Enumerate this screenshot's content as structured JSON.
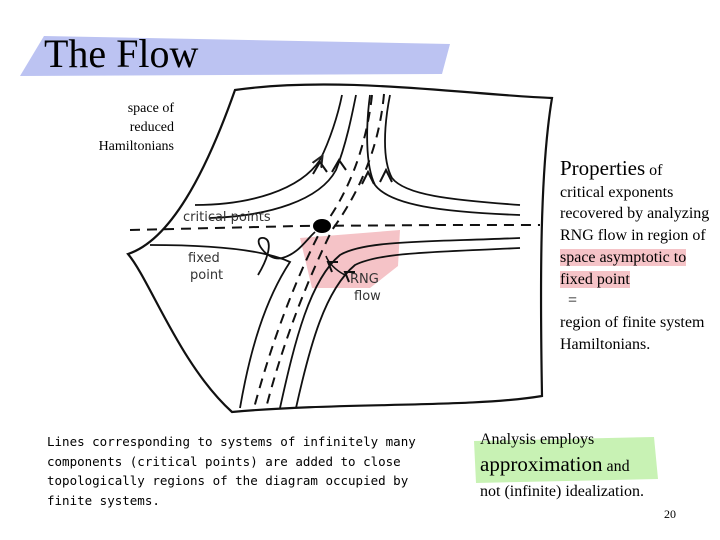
{
  "title": "The Flow",
  "space_label": "space of reduced Hamiltonians",
  "diagram": {
    "critical_points_label": "critical points",
    "fixed_point_label": [
      "fixed",
      "point"
    ],
    "rng_flow_label": [
      "RNG",
      "flow"
    ]
  },
  "properties": {
    "lead": "Properties",
    "lead_of": "of",
    "line1": "critical exponents recovered by analyzing RNG flow in region of",
    "highlighted": "space asymptotic to fixed point",
    "equals": "=",
    "line2": "region of finite system Hamiltonians."
  },
  "caption": "Lines corresponding to systems of infinitely many components (critical points) are added to close topologically regions of the diagram occupied by finite systems.",
  "analysis": {
    "line1": "Analysis employs",
    "big_word": "approximation",
    "and_word": "and",
    "line3": "not (infinite) idealization."
  },
  "page_number": "20",
  "colors": {
    "title_banner": "#bcc3f2",
    "pink_highlight": "#f5c3c7",
    "green_highlight": "#c8f2b4"
  }
}
